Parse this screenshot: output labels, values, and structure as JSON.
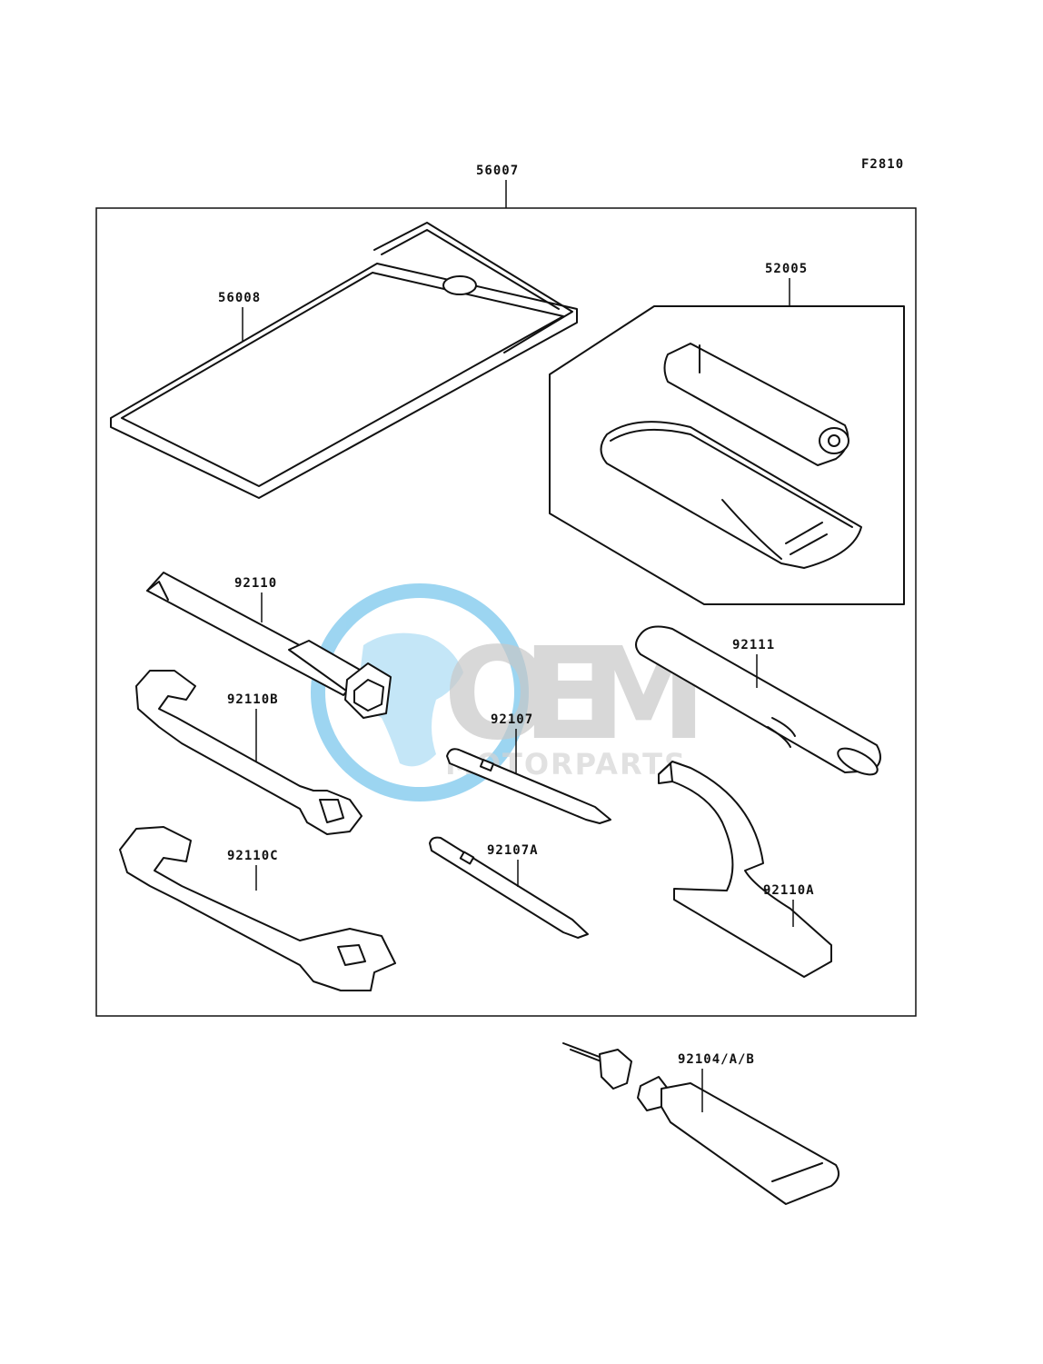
{
  "diagram": {
    "code": "F2810",
    "labels": {
      "kit": "56007",
      "case": "56008",
      "repair_kit": "52005",
      "socket_wrench": "92110",
      "handle_bar": "92111",
      "wrench_b": "92110B",
      "screwdriver": "92107",
      "wrench_c": "92110C",
      "screwdriver_a": "92107A",
      "spanner_a": "92110A",
      "tube": "92104/A/B"
    }
  },
  "watermark": {
    "brand": "OEM",
    "sub": "MOTORPARTS",
    "globe_color": "#4db3e6",
    "text_color": "#9a9a9a"
  }
}
